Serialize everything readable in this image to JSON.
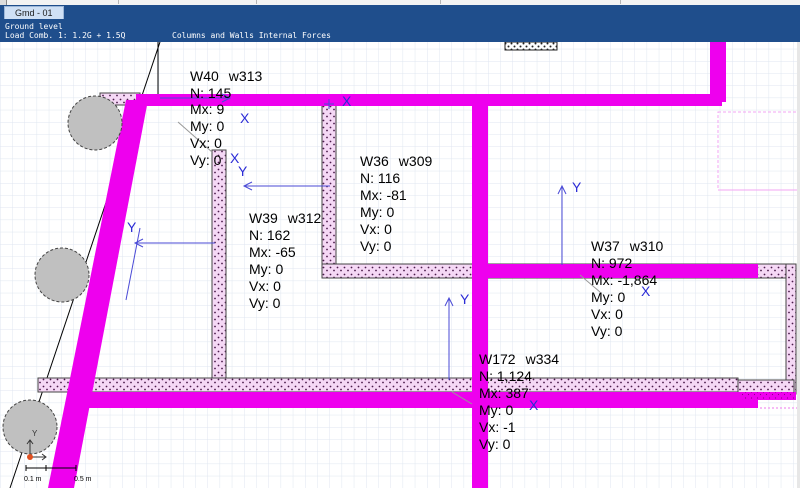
{
  "window": {
    "tab_label": "Gmd - 01"
  },
  "header": {
    "level": "Ground level",
    "load_combination": "Load Comb. 1: 1.2G + 1.5Q",
    "view_title": "Columns and Walls Internal Forces"
  },
  "walls": [
    {
      "id": "W40",
      "name": "w313",
      "N": "145",
      "Mx": "9",
      "My": "0",
      "Vx": "0",
      "Vy": "0"
    },
    {
      "id": "W36",
      "name": "w309",
      "N": "116",
      "Mx": "-81",
      "My": "0",
      "Vx": "0",
      "Vy": "0"
    },
    {
      "id": "W39",
      "name": "w312",
      "N": "162",
      "Mx": "-65",
      "My": "0",
      "Vx": "0",
      "Vy": "0"
    },
    {
      "id": "W37",
      "name": "w310",
      "N": "972",
      "Mx": "-1,864",
      "My": "0",
      "Vx": "0",
      "Vy": "0"
    },
    {
      "id": "W172",
      "name": "w334",
      "N": "1,124",
      "Mx": "387",
      "My": "0",
      "Vx": "-1",
      "Vy": "0"
    }
  ],
  "axis_labels": {
    "x": "X",
    "y": "Y"
  },
  "scale_bar": {
    "left": "0.1 m",
    "right": "0.5 m"
  },
  "colors": {
    "header": "#1f4e8c",
    "beam": "#ee00ee",
    "wall_hatch": "#f2d6f2",
    "grid": "#dfe6f0",
    "axis": "#4a4ad6",
    "column": "#c0c0c0"
  }
}
